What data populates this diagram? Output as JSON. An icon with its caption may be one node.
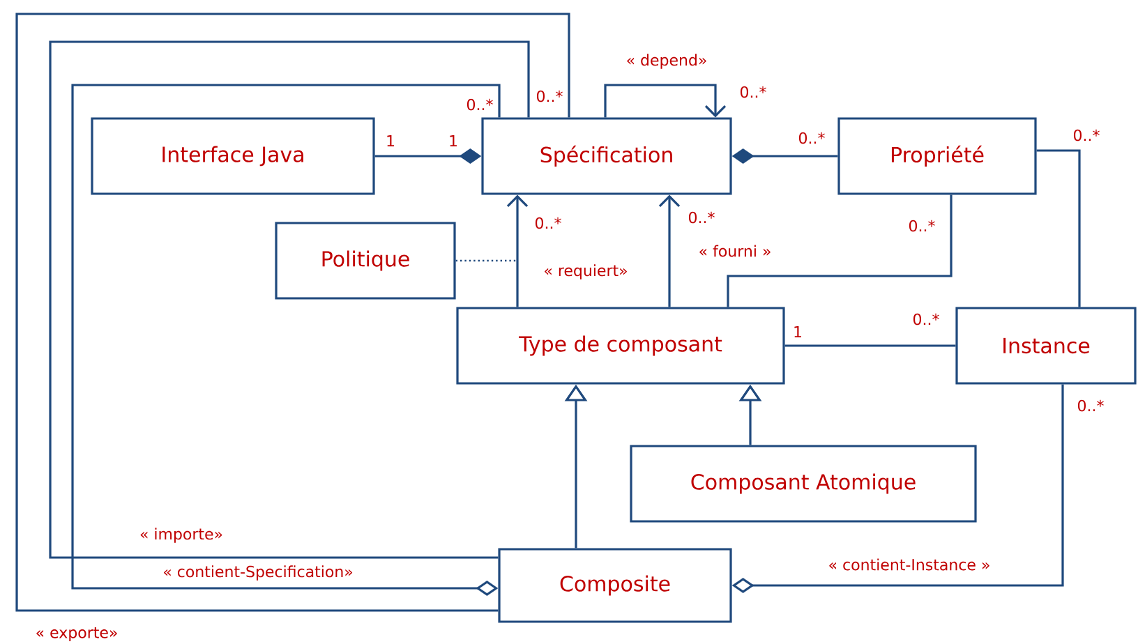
{
  "diagram": {
    "nodes": [
      {
        "text": [
          "Interface Java"
        ]
      },
      {
        "text": [
          "Spécification"
        ]
      },
      {
        "text": [
          "Propriété"
        ]
      },
      {
        "text": [
          "Politique"
        ]
      },
      {
        "text": [
          "Type de composant"
        ]
      },
      {
        "text": [
          "Instance"
        ]
      },
      {
        "text": [
          "Composant Atomique"
        ]
      },
      {
        "text": [
          "Composite"
        ]
      }
    ],
    "edges": [
      {
        "from": 1,
        "to": 0,
        "arrow": "other"
      },
      {
        "from": 1,
        "to": 1,
        "arrow": "to",
        "label": "« depend»"
      },
      {
        "from": 1,
        "to": 2,
        "arrow": "other"
      },
      {
        "from": 4,
        "to": 1,
        "arrow": "to",
        "label": "« requiert»"
      },
      {
        "from": 4,
        "to": 1,
        "arrow": "to",
        "label": "« fourni »"
      },
      {
        "from": 3,
        "to": null,
        "arrow": "none",
        "style": "dashed"
      },
      {
        "from": 4,
        "to": 2,
        "arrow": "none"
      },
      {
        "from": 4,
        "to": 5,
        "arrow": "none"
      },
      {
        "from": 2,
        "to": 5,
        "arrow": "none"
      },
      {
        "from": 7,
        "to": 4,
        "arrow": "to"
      },
      {
        "from": 6,
        "to": 4,
        "arrow": "to"
      },
      {
        "from": 7,
        "to": 5,
        "arrow": "other",
        "label": "« contient-Instance »"
      },
      {
        "from": 7,
        "to": 1,
        "arrow": "none",
        "label": "« importe»"
      },
      {
        "from": 7,
        "to": 1,
        "arrow": "other",
        "label": "« contient-Specification»"
      },
      {
        "from": 7,
        "to": 1,
        "arrow": "none",
        "label": "« exporte»"
      }
    ],
    "labels": [
      "1",
      "1",
      "0..*",
      "0..*",
      "0..*",
      "0..*",
      "0..*",
      "0..*",
      "0..*",
      "0..*",
      "1",
      "0..*",
      "0..*"
    ]
  }
}
